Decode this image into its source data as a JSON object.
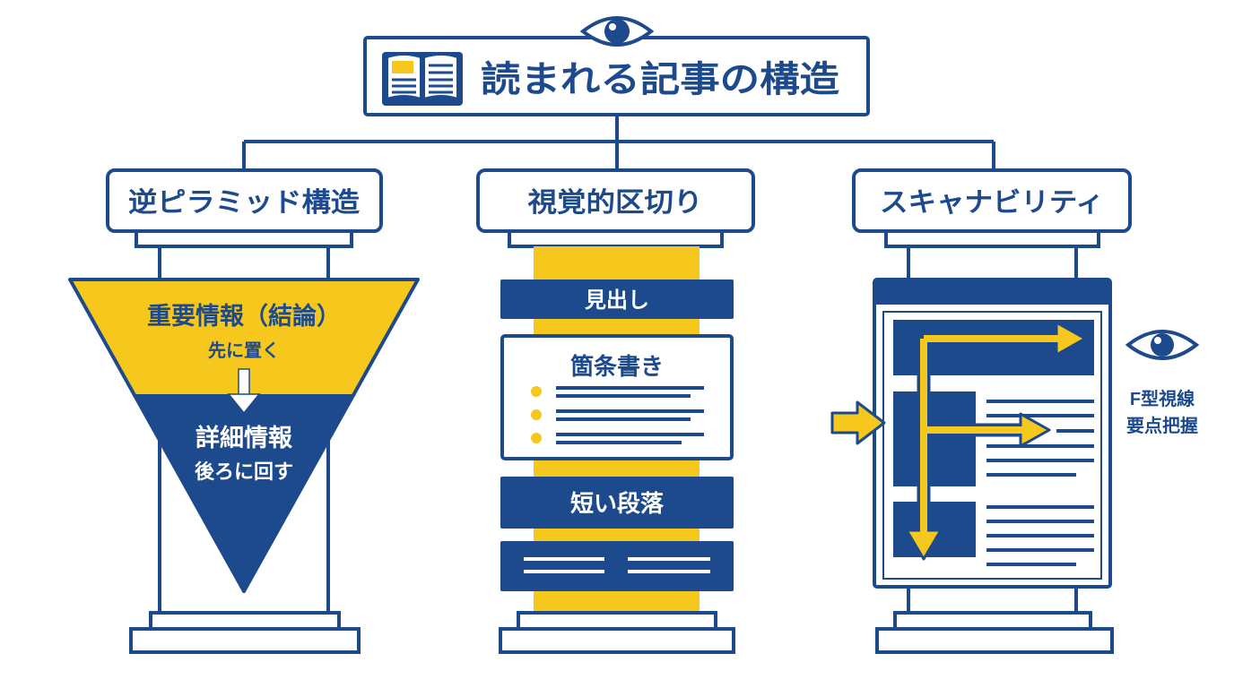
{
  "title": "読まれる記事の構造",
  "colors": {
    "navy": "#1d4a8c",
    "yellow": "#f6c71c",
    "background": "#ffffff"
  },
  "icons": {
    "header": "eye-icon",
    "title": "open-book-icon",
    "scannability": "eye-icon",
    "entry": "arrow-right-icon"
  },
  "columns": {
    "inverted_pyramid": {
      "heading": "逆ピラミッド構造",
      "top_label": "重要情報（結論）",
      "top_sub": "先に置く",
      "bottom_label": "詳細情報",
      "bottom_sub": "後ろに回す"
    },
    "visual_breaks": {
      "heading": "視覚的区切り",
      "heading_block": "見出し",
      "bullets_block": "箇条書き",
      "paragraph_block": "短い段落"
    },
    "scannability": {
      "heading": "スキャナビリティ",
      "side_label_1": "F型視線",
      "side_label_2": "要点把握"
    }
  }
}
